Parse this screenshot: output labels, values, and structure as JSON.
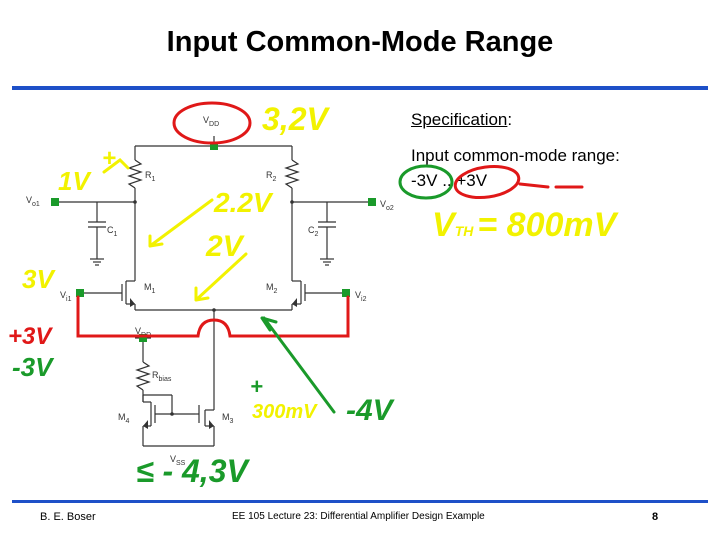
{
  "slide": {
    "title": "Input Common-Mode Range",
    "author": "B. E. Boser",
    "course": "EE 105 Lecture 23: Differential Amplifier Design Example",
    "page": "8"
  },
  "spec": {
    "heading": "Specification",
    "heading_suffix": ":",
    "line1": "Input common-mode range:",
    "low": "-3V",
    "sep": " .. ",
    "high": "+3V"
  },
  "circuit": {
    "vdd": "V",
    "vdd_sub": "DD",
    "r1": "R",
    "r1_sub": "1",
    "r2": "R",
    "r2_sub": "2",
    "c1": "C",
    "c1_sub": "1",
    "c2": "C",
    "c2_sub": "2",
    "vo1": "V",
    "vo1_sub": "o1",
    "vo2": "V",
    "vo2_sub": "o2",
    "m1": "M",
    "m1_sub": "1",
    "m2": "M",
    "m2_sub": "2",
    "vi1": "V",
    "vi1_sub": "i1",
    "vi2": "V",
    "vi2_sub": "i2",
    "vdd2": "V",
    "vdd2_sub": "DD",
    "rbias": "R",
    "rbias_sub": "bias",
    "m3": "M",
    "m3_sub": "3",
    "m4": "M",
    "m4_sub": "4",
    "vss": "V",
    "vss_sub": "SS"
  },
  "annotations": {
    "vdd_value": "3,2V",
    "r1_drop_sign": "+",
    "r1_drop": "1V",
    "node_222": "2.2V",
    "node_2v": "2V",
    "vi1_value": "3V",
    "cm_high": "+3V",
    "cm_low": "-3V",
    "vth": "V",
    "vth_sub": "TH",
    "vth_value": "= 800mV",
    "vds_sign": "+",
    "vds_value": "300mV",
    "tail_node": "-4V",
    "vss_value": "≤ - 4,3V"
  },
  "colors": {
    "rule": "#1e50c8",
    "ink_yellow": "#f2f200",
    "ink_green": "#1a9a2a",
    "ink_red": "#e01818",
    "pin_green": "#1a9a2a"
  }
}
